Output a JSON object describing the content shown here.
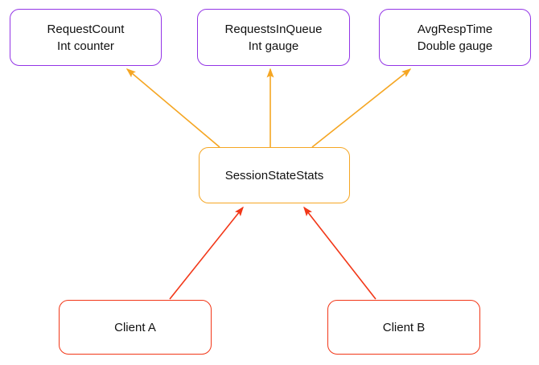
{
  "colors": {
    "metric-border": "#9334e6",
    "hub-border": "#f5a623",
    "client-border": "#f23718",
    "orange-arrow": "#f5a623",
    "red-arrow": "#f23718",
    "text": "#111111",
    "canvas-bg": "#ffffff"
  },
  "nodes": {
    "request_count": {
      "line1": "RequestCount",
      "line2": "Int counter"
    },
    "requests_in_queue": {
      "line1": "RequestsInQueue",
      "line2": "Int gauge"
    },
    "avg_resp_time": {
      "line1": "AvgRespTime",
      "line2": "Double gauge"
    },
    "session_state_stats": {
      "label": "SessionStateStats"
    },
    "client_a": {
      "label": "Client A"
    },
    "client_b": {
      "label": "Client B"
    }
  },
  "edges": [
    {
      "from": "SessionStateStats",
      "to": "RequestCount",
      "color": "orange"
    },
    {
      "from": "SessionStateStats",
      "to": "RequestsInQueue",
      "color": "orange"
    },
    {
      "from": "SessionStateStats",
      "to": "AvgRespTime",
      "color": "orange"
    },
    {
      "from": "Client A",
      "to": "SessionStateStats",
      "color": "red"
    },
    {
      "from": "Client B",
      "to": "SessionStateStats",
      "color": "red"
    }
  ]
}
